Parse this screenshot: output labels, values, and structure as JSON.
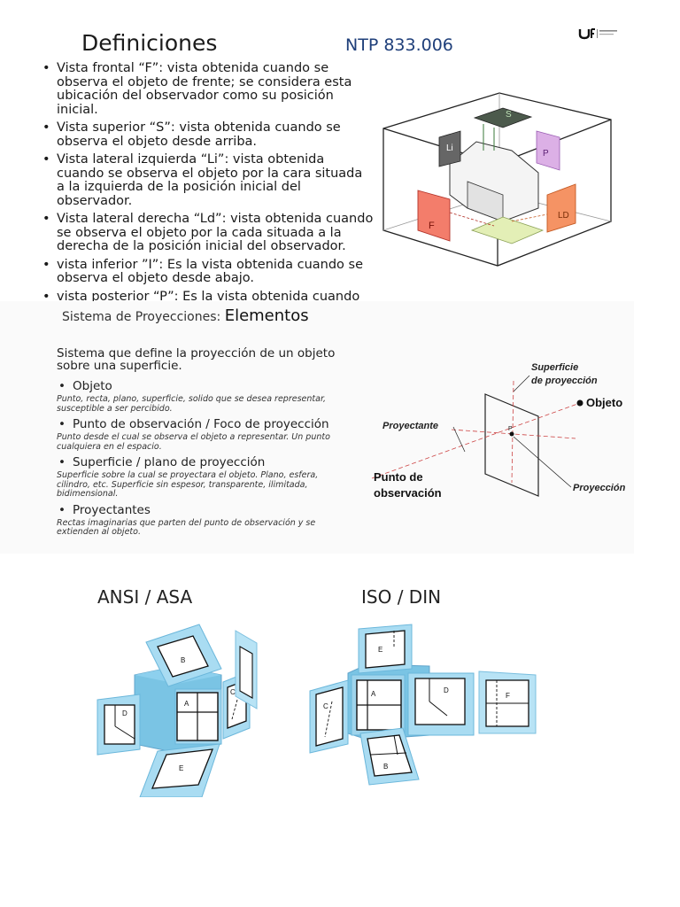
{
  "header": {
    "title": "Definiciones",
    "standard": "NTP 833.006"
  },
  "definitions": [
    "Vista frontal “F”: vista obtenida cuando se observa el objeto de frente; se considera esta ubicación del observador como su posición inicial.",
    "Vista superior “S”: vista obtenida cuando se observa el objeto desde arriba.",
    "Vista lateral izquierda “Li”: vista obtenida cuando se observa el objeto por la cara situada a la izquierda de la posición inicial del observador.",
    "Vista lateral derecha “Ld”: vista obtenida cuando se observa el objeto por la cada situada a la derecha de la posición inicial del observador.",
    "vista inferior ”I”: Es la vista obtenida cuando se observa el objeto desde abajo.",
    "vista posterior “P”: Es la vista obtenida cuando se observa el objeto desde atrás."
  ],
  "box_diagram": {
    "label_s": "S",
    "label_li": "Li",
    "label_p": "P",
    "label_f": "F",
    "label_ld": "LD"
  },
  "projection": {
    "heading_prefix": "Sistema de Proyecciones: ",
    "heading_main": "Elementos",
    "intro": "Sistema que define la proyección de un objeto sobre una superficie.",
    "elements": [
      {
        "title": "Objeto",
        "desc": "Punto, recta, plano, superficie, solido que se desea representar, susceptible a ser percibido."
      },
      {
        "title": "Punto de observación / Foco de proyección",
        "desc": "Punto desde el cual se observa el objeto a representar. Un punto cualquiera en el espacio."
      },
      {
        "title": "Superficie / plano de proyección",
        "desc": "Superficie sobre la cual se proyectara el objeto. Plano, esfera, cilindro, etc. Superficie sin espesor, transparente, ilimitada, bidimensional."
      },
      {
        "title": "Proyectantes",
        "desc": "Rectas imaginarias que parten del punto de observación y se extienden al objeto."
      }
    ],
    "diagram": {
      "superficie_1": "Superficie",
      "superficie_2": "de proyección",
      "objeto": "Objeto",
      "proyectante": "Proyectante",
      "punto_1": "Punto de",
      "punto_2": "observación",
      "proyeccion": "Proyección",
      "p": "P"
    }
  },
  "standards": {
    "ansi": {
      "title": "ANSI / ASA",
      "labels": {
        "a": "A",
        "b": "B",
        "c": "C",
        "d": "D",
        "e": "E"
      }
    },
    "iso": {
      "title": "ISO / DIN",
      "labels": {
        "a": "A",
        "b": "B",
        "c": "C",
        "d": "D",
        "e": "E",
        "f": "F"
      }
    }
  },
  "colors": {
    "accent_blue": "#1f3f7a",
    "light_blue": "#9fd4ec",
    "cube_blue": "#5ab6de",
    "orange": "#f4783c",
    "green": "#7fb87a",
    "purple": "#c18bd2"
  }
}
